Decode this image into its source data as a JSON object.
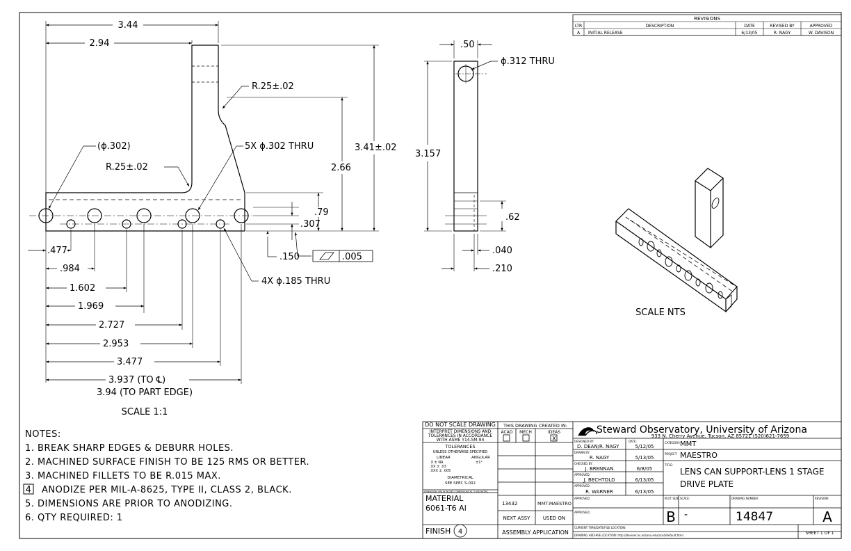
{
  "revisions": {
    "title": "REVISIONS",
    "headers": [
      "LTR",
      "DESCRIPTION",
      "DATE",
      "REVISED BY",
      "APPROVED"
    ],
    "rows": [
      [
        "A",
        "INITIAL RELEASE",
        "6/13/05",
        "R. NAGY",
        "W. DAVISON"
      ]
    ]
  },
  "front_view": {
    "dims": {
      "d344": "3.44",
      "d294": "2.94",
      "r25_top": "R.25±.02",
      "phi302_ref": "(ϕ.302)",
      "r25_left": "R.25±.02",
      "holes5x": "5X ϕ.302 THRU",
      "d341": "3.41±.02",
      "d266": "2.66",
      "d79": ".79",
      "d307": ".307",
      "d150": ".150",
      "flatness_value": ".005",
      "holes4x": "4X ϕ.185 THRU",
      "d477": ".477",
      "d984": ".984",
      "d1602": "1.602",
      "d1969": "1.969",
      "d2727": "2.727",
      "d2953": "2.953",
      "d3477": "3.477",
      "d3937": "3.937 (TO ℄)",
      "d394": "3.94 (TO PART EDGE)"
    },
    "scale": "SCALE 1:1"
  },
  "side_view": {
    "dims": {
      "d50": ".50",
      "hole": "ϕ.312 THRU",
      "d3157": "3.157",
      "d62": ".62",
      "d040": ".040",
      "d210": ".210"
    }
  },
  "iso_view": {
    "scale": "SCALE NTS"
  },
  "notes": {
    "title": "NOTES:",
    "items": [
      "1. BREAK SHARP EDGES & DEBURR HOLES.",
      "2. MACHINED SURFACE FINISH TO BE 125 RMS OR BETTER.",
      "3. MACHINED FILLETS TO BE R.015 MAX.",
      "ANODIZE PER MIL-A-8625, TYPE II, CLASS 2, BLACK.",
      "5. DIMENSIONS ARE PRIOR TO ANODIZING.",
      "6. QTY REQUIRED: 1"
    ],
    "flag_number": "4"
  },
  "title_block": {
    "do_not_scale": "DO NOT SCALE DRAWING",
    "interpret1": "INTERPRET DIMENSIONS AND",
    "interpret2": "TOLERANCES IN ACCORDANCE",
    "interpret3": "WITH ASME Y14.5M-94",
    "tol_title": "TOLERANCES",
    "tol_sub": "UNLESS OTHERWISE SPECIFIED",
    "tol_linear": "LINEAR",
    "tol_angular": "ANGULAR",
    "tol_x": ".X    ± NA",
    "tol_xx": ".XX   ± .03",
    "tol_xxx": ".XXX  ± .005",
    "tol_ang": "±1°",
    "diametrical": "DIAMETRICAL",
    "spec": "SEE SPEC S-002",
    "fine": "DIMENSIONS ARE IN INCHES / DIMENSIONS IN [ ] ARE METRIC",
    "material_label": "MATERIAL",
    "material": "6061-T6 Al",
    "finish_label": "FINISH",
    "finish_flag": "4",
    "created_in": "THIS DRAWING CREATED IN:",
    "acad": "ACAD",
    "mech": "MECH",
    "ideas": "IDEAS",
    "ideas_mark": "X",
    "next_assy_val": "13432",
    "used_on_val": "MMT-MAESTRO",
    "next_assy": "NEXT ASSY",
    "used_on": "USED ON",
    "assembly_app": "ASSEMBLY APPLICATION",
    "designed_by_label": "DESIGNED BY:",
    "designed_by": "D. DEAN/R. NAGY",
    "date_label": "DATE:",
    "designed_date": "5/12/05",
    "drawn_by_label": "DRAWN BY:",
    "drawn_by": "R. NAGY",
    "drawn_date": "5/13/05",
    "checked_label": "CHECKED BY:",
    "checked_by": "J. BRENNAN",
    "checked_date": "6/8/05",
    "approved_label": "APPROVED:",
    "approved1": "J. BECHTOLD",
    "approved1_date": "6/13/05",
    "approved2": "R. WARNER",
    "approved2_date": "6/13/05",
    "org": "Steward Observatory, University of Arizona",
    "address": "933 N. Cherry Avenue, Tucson, AZ  85721  (520)621-7659",
    "category_label": "CATEGORY:",
    "category": "MMT",
    "project_label": "PROJECT:",
    "project": "MAESTRO",
    "title_label": "TITLE:",
    "title_line1": "LENS CAN SUPPORT-LENS 1 STAGE",
    "title_line2": "DRIVE PLATE",
    "plot_size_label": "PLOT SIZE",
    "plot_size": "B",
    "scale_label": "SCALE:",
    "scale": "-",
    "dwg_no_label": "DRAWING NUMBER:",
    "dwg_no": "14847",
    "revision_label": "REVISION:",
    "revision": "A",
    "current_time_label": "CURRENT TIME/DATE/FILE LOCATION:",
    "archive": "DRAWING ARCHIVE LOCATION: http://deviner.as.arizona.edu/acad/default.html",
    "sheet": "SHEET 1 OF 1"
  }
}
